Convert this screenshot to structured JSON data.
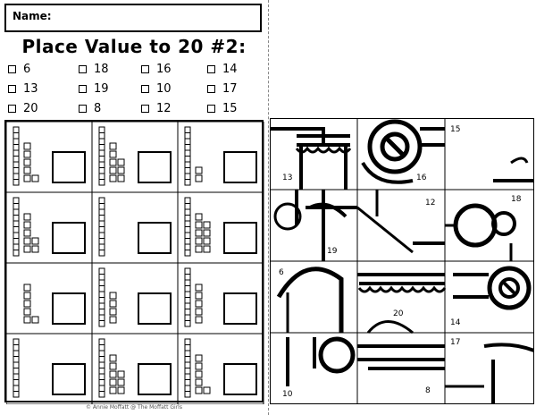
{
  "name_label": "Name:",
  "title": "Place Value to 20 #2:",
  "checklist": [
    [
      "6",
      "18",
      "16",
      "14"
    ],
    [
      "13",
      "19",
      "10",
      "17"
    ],
    [
      "20",
      "8",
      "12",
      "15"
    ]
  ],
  "footer": "© Annie Moffatt @ The Moffatt Girls",
  "piece_numbers": {
    "r1c2": "16",
    "r1c3": "15",
    "r1c1": "13",
    "r2c2": "12",
    "r2c3": "18",
    "r2c1": "19",
    "r3c1": "6",
    "r3c2": "20",
    "r3c3": "14",
    "r4c3": "17",
    "r4c1": "10",
    "r4c2": "8"
  }
}
